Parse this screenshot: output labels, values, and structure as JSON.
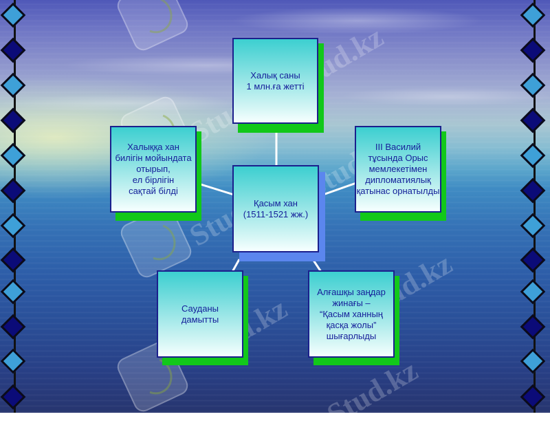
{
  "slide": {
    "background": "sky-and-sea",
    "watermark_text": "Stud.kz",
    "colors": {
      "box_border": "#1b1f8c",
      "box_text": "#16209a",
      "box_gradient_top": "#3ccfd0",
      "box_gradient_bottom": "#f7ffff",
      "shadow_green": "#12c81a",
      "shadow_blue": "#5b86ee",
      "diamond_light": "#3ea0d8",
      "diamond_dark": "#0b0b78",
      "connector": "#ffffff"
    }
  },
  "diagram": {
    "center": {
      "text": "Қасым хан\n(1511-1521 жж.)"
    },
    "nodes": [
      {
        "id": "top",
        "text": "Халық саны\n1 млн.ға жетті"
      },
      {
        "id": "left",
        "text": "Халыққа хан\nбилігін мойындата\nотырып,\nел бірлігін\nсақтай білді"
      },
      {
        "id": "right",
        "text": "ІІІ Василий\nтұсында Орыс\nмемлекетімен\nдипломатиялық\nқатынас орнатылды"
      },
      {
        "id": "bottom-left",
        "text": "Сауданы\nдамытты"
      },
      {
        "id": "bottom-right",
        "text": "Алғашқы заңдар\nжинағы –\n“Қасым ханның\nқасқа жолы”\nшығарлыды"
      }
    ]
  }
}
